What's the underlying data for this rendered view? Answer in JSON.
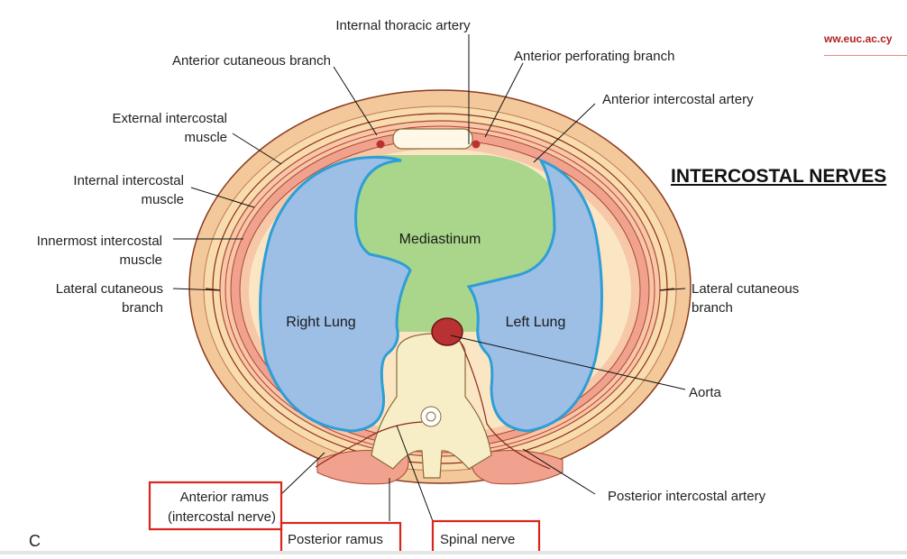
{
  "header": {
    "site": "ww.euc.ac.cy",
    "title": "INTERCOSTAL NERVES"
  },
  "figure_letter": "C",
  "organs": {
    "mediastinum": "Mediastinum",
    "right_lung": "Right Lung",
    "left_lung": "Left Lung"
  },
  "labels": {
    "internal_thoracic_artery": "Internal thoracic artery",
    "anterior_cutaneous_branch": "Anterior cutaneous branch",
    "anterior_perforating_branch": "Anterior perforating branch",
    "anterior_intercostal_artery": "Anterior intercostal artery",
    "external_intercostal_1": "External intercostal",
    "external_intercostal_2": "muscle",
    "internal_intercostal_1": "Internal intercostal",
    "internal_intercostal_2": "muscle",
    "innermost_intercostal_1": "Innermost intercostal",
    "innermost_intercostal_2": "muscle",
    "lateral_cutaneous_left_1": "Lateral cutaneous",
    "lateral_cutaneous_left_2": "branch",
    "lateral_cutaneous_right_1": "Lateral cutaneous",
    "lateral_cutaneous_right_2": "branch",
    "aorta": "Aorta",
    "posterior_intercostal_artery": "Posterior intercostal artery",
    "anterior_ramus_1": "Anterior ramus",
    "anterior_ramus_2": "(intercostal nerve)",
    "posterior_ramus": "Posterior ramus",
    "spinal_nerve": "Spinal nerve"
  },
  "colors": {
    "skin": "#f3c89a",
    "fat": "#f8dcae",
    "muscle": "#f1a28e",
    "pleura": "#2e9ed6",
    "lung": "#9dbfe6",
    "mediastinum": "#a9d68a",
    "aorta": "#b83232",
    "vertebra": "#f7eec8",
    "highlight_box": "#d8261c"
  }
}
